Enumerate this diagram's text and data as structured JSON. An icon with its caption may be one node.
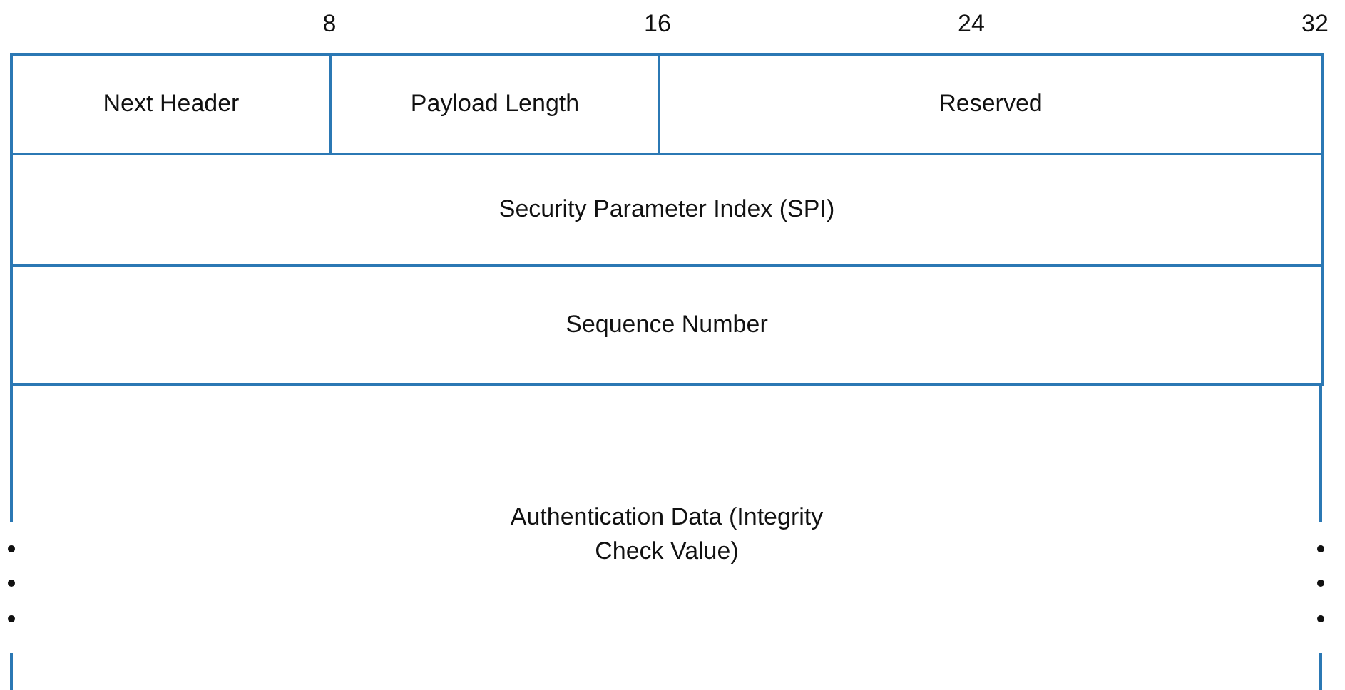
{
  "diagram": {
    "nodes": [
      {
        "text": [
          "Next Header"
        ]
      },
      {
        "text": [
          "Payload Length"
        ]
      },
      {
        "text": [
          "Reserved"
        ]
      },
      {
        "text": [
          "Security Parameter Index (SPI)"
        ]
      },
      {
        "text": [
          "Sequence Number"
        ]
      },
      {
        "text": [
          "Authentication Data (Integrity Check Value)"
        ]
      }
    ],
    "labels": [
      "8",
      "16",
      "24",
      "32"
    ]
  }
}
